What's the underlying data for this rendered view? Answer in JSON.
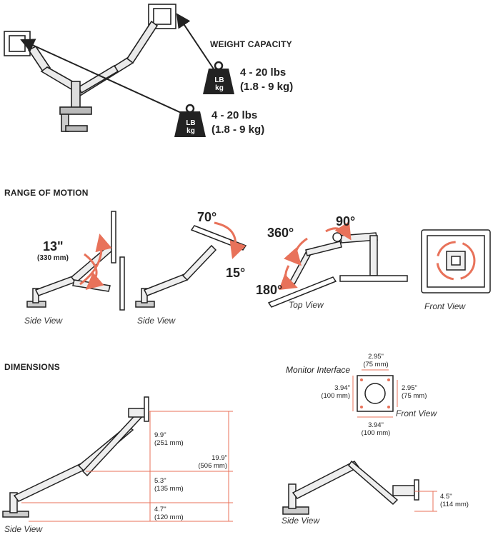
{
  "weight_capacity": {
    "heading": "WEIGHT CAPACITY",
    "weight_icon_top": "LB",
    "weight_icon_bottom": "kg",
    "monitor_a": {
      "lbs": "4 - 20 lbs",
      "kg": "(1.8 - 9 kg)"
    },
    "monitor_b": {
      "lbs": "4 - 20 lbs",
      "kg": "(1.8 - 9 kg)"
    }
  },
  "range_of_motion": {
    "heading": "RANGE OF MOTION",
    "lift": {
      "value": "13\"",
      "metric": "(330 mm)"
    },
    "tilt_up": "70°",
    "tilt_down": "15°",
    "swivel": "360°",
    "pan": "90°",
    "rotate_base": "180°",
    "side_view_1": "Side View",
    "side_view_2": "Side View",
    "top_view": "Top View",
    "front_view": "Front View"
  },
  "dimensions": {
    "heading": "DIMENSIONS",
    "upper": {
      "in": "9.9\"",
      "mm": "(251 mm)"
    },
    "middle": {
      "in": "5.3\"",
      "mm": "(135 mm)"
    },
    "lower": {
      "in": "4.7\"",
      "mm": "(120 mm)"
    },
    "total": {
      "in": "19.9\"",
      "mm": "(506 mm)"
    },
    "side_view_left": "Side View",
    "side_view_right": "Side View",
    "depth": {
      "in": "4.5\"",
      "mm": "(114 mm)"
    },
    "monitor_interface": {
      "title": "Monitor Interface",
      "top": {
        "in": "2.95\"",
        "mm": "(75 mm)"
      },
      "right": {
        "in": "2.95\"",
        "mm": "(75 mm)"
      },
      "left": {
        "in": "3.94\"",
        "mm": "(100 mm)"
      },
      "bottom": {
        "in": "3.94\"",
        "mm": "(100 mm)"
      },
      "view": "Front View"
    }
  },
  "colors": {
    "accent": "#e8725a",
    "ink": "#222222",
    "arm": "#dcdcdc"
  }
}
